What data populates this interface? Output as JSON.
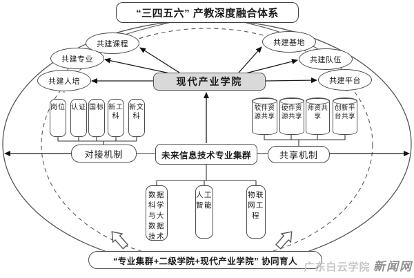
{
  "title": "“三四五六” 产教深度融合体系",
  "hub": "现代产业学院",
  "ovals": {
    "left": [
      "共建课程",
      "共建专业",
      "共建人培"
    ],
    "right": [
      "共建基地",
      "共建队伍",
      "共建平台"
    ]
  },
  "standards": [
    "岗位",
    "认证",
    "国标",
    "新工科",
    "新文科"
  ],
  "resources": [
    "软件资源共享",
    "硬件资源共享",
    "师资共享",
    "创新平台共享"
  ],
  "mechanism_left": "对接机制",
  "mechanism_right": "共享机制",
  "cluster": "未来信息技术专业集群",
  "majors": [
    "数据科学与大数据技术",
    "人工智能",
    "物联网工程"
  ],
  "banner": "“专业集群+二级学院+现代产业学院” 协同育人",
  "watermark": {
    "name": "广东白云学院",
    "suffix": "新闻网"
  },
  "colors": {
    "hub_fill": "#d9d9d9",
    "line": "#1a1a1a",
    "border": "#4d4d4d",
    "background": "#ffffff"
  }
}
